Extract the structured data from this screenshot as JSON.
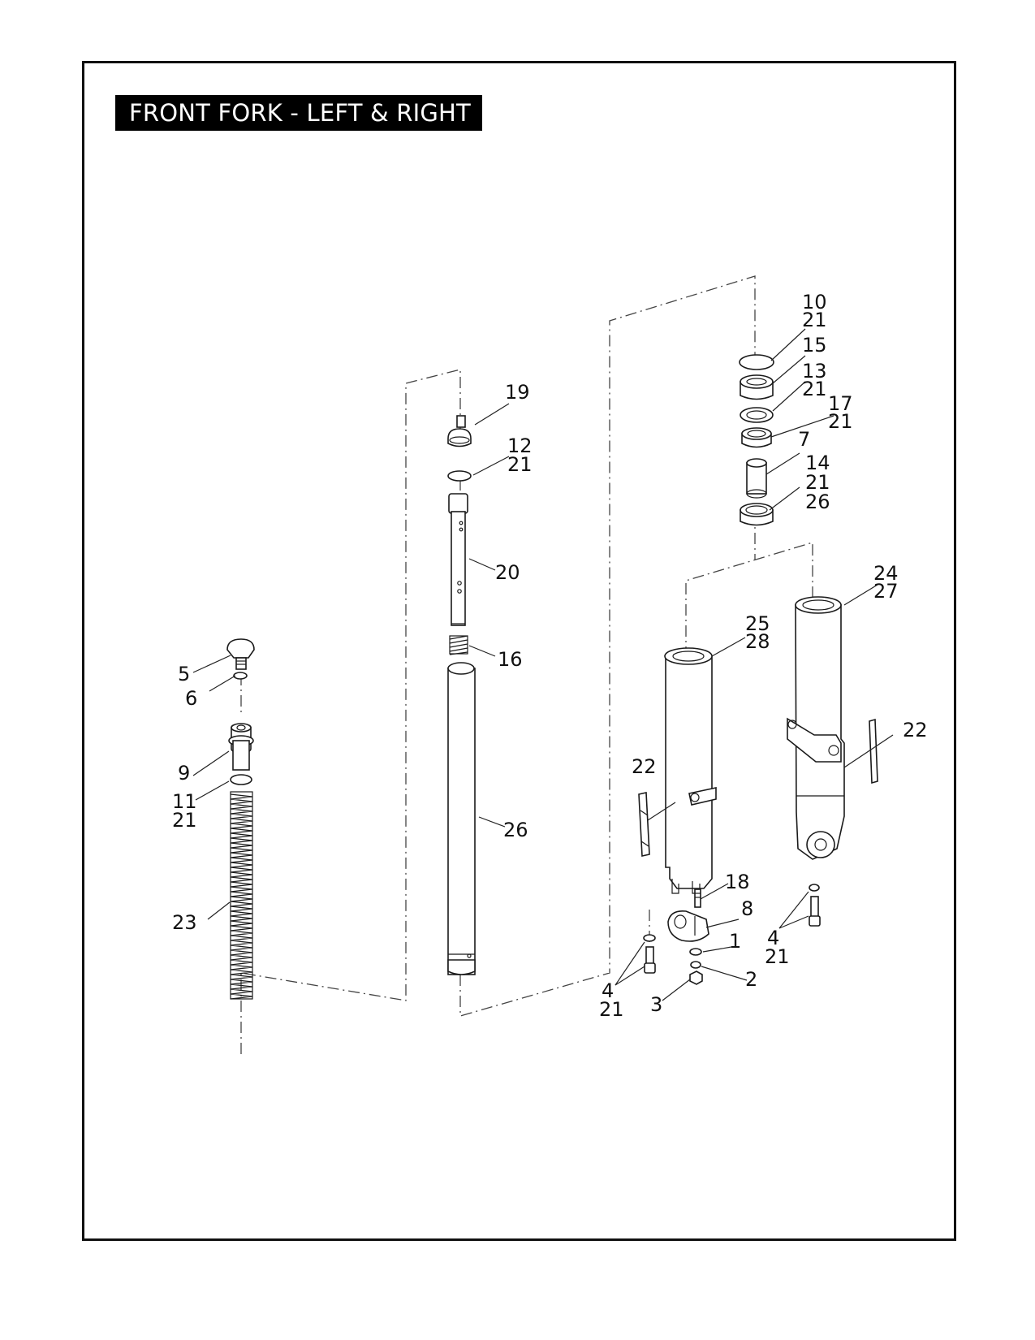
{
  "title": "FRONT FORK - LEFT & RIGHT",
  "callouts": [
    {
      "lines": [
        "10",
        "21"
      ]
    },
    {
      "lines": [
        "15"
      ]
    },
    {
      "lines": [
        "13",
        "21"
      ]
    },
    {
      "lines": [
        "17",
        "21"
      ]
    },
    {
      "lines": [
        "7"
      ]
    },
    {
      "lines": [
        "14",
        "21",
        "26"
      ]
    },
    {
      "lines": [
        "19"
      ]
    },
    {
      "lines": [
        "12",
        "21"
      ]
    },
    {
      "lines": [
        "20"
      ]
    },
    {
      "lines": [
        "16"
      ]
    },
    {
      "lines": [
        "26"
      ]
    },
    {
      "lines": [
        "24",
        "27"
      ]
    },
    {
      "lines": [
        "25",
        "28"
      ]
    },
    {
      "lines": [
        "22"
      ]
    },
    {
      "lines": [
        "22"
      ]
    },
    {
      "lines": [
        "18"
      ]
    },
    {
      "lines": [
        "8"
      ]
    },
    {
      "lines": [
        "1"
      ]
    },
    {
      "lines": [
        "2"
      ]
    },
    {
      "lines": [
        "3"
      ]
    },
    {
      "lines": [
        "4",
        "21"
      ]
    },
    {
      "lines": [
        "4",
        "21"
      ]
    },
    {
      "lines": [
        "5"
      ]
    },
    {
      "lines": [
        "6"
      ]
    },
    {
      "lines": [
        "9"
      ]
    },
    {
      "lines": [
        "11",
        "21"
      ]
    },
    {
      "lines": [
        "23"
      ]
    }
  ]
}
